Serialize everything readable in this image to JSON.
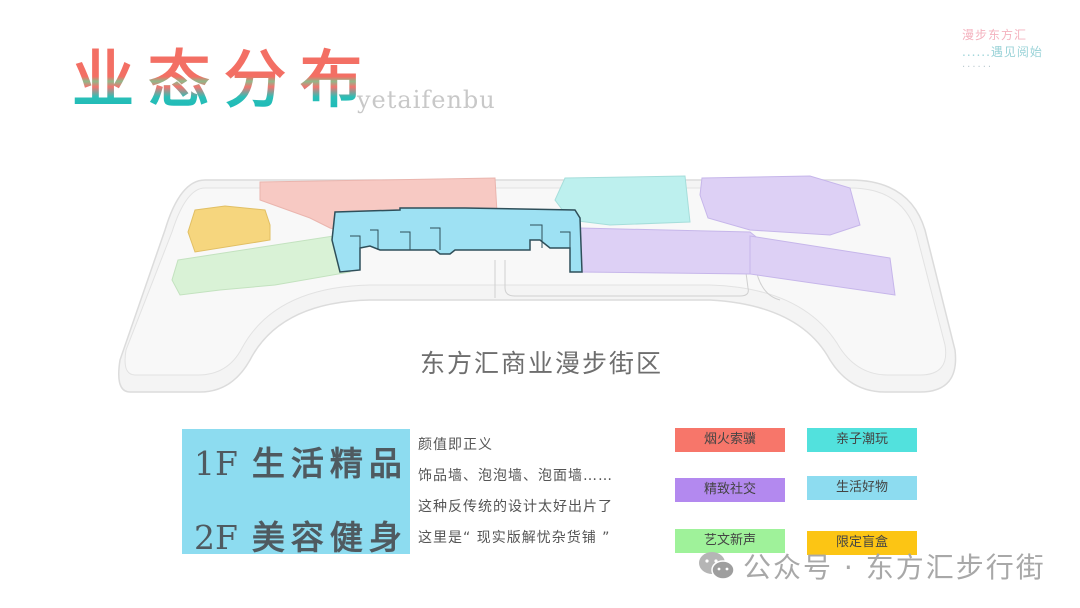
{
  "title": {
    "chinese": "业态分布",
    "pinyin": "yetaifenbu"
  },
  "logo": {
    "line1": "漫步东方汇",
    "line2": "......遇见阅始",
    "line3": "......"
  },
  "map": {
    "caption": "东方汇商业漫步街区",
    "zones": [
      {
        "name": "烟火索骥",
        "color": "#f7c9c3"
      },
      {
        "name": "亲子潮玩",
        "color": "#bdf0ee"
      },
      {
        "name": "精致社交",
        "color": "#ddd0f5"
      },
      {
        "name": "生活好物",
        "color": "#9ee1f3"
      },
      {
        "name": "艺文新声",
        "color": "#d9f2d6"
      },
      {
        "name": "限定盲盒",
        "color": "#f6d67e"
      }
    ]
  },
  "floors": [
    {
      "level": "1F",
      "label": "生活精品"
    },
    {
      "level": "2F",
      "label": "美容健身"
    }
  ],
  "description": [
    "颜值即正义",
    "饰品墙、泡泡墙、泡面墙……",
    "这种反传统的设计太好出片了",
    "这里是“ 现实版解忧杂货铺 ”"
  ],
  "legend": [
    {
      "label": "烟火索骥",
      "color": "#f7766a"
    },
    {
      "label": "亲子潮玩",
      "color": "#52e1dd"
    },
    {
      "label": "精致社交",
      "color": "#b389ef"
    },
    {
      "label": "生活好物",
      "color": "#8ddcf0"
    },
    {
      "label": "艺文新声",
      "color": "#9ff29a"
    },
    {
      "label": "限定盲盒",
      "color": "#fcc514"
    }
  ],
  "watermark": {
    "icon": "wechat-icon",
    "text": "公众号 · 东方汇步行街"
  }
}
